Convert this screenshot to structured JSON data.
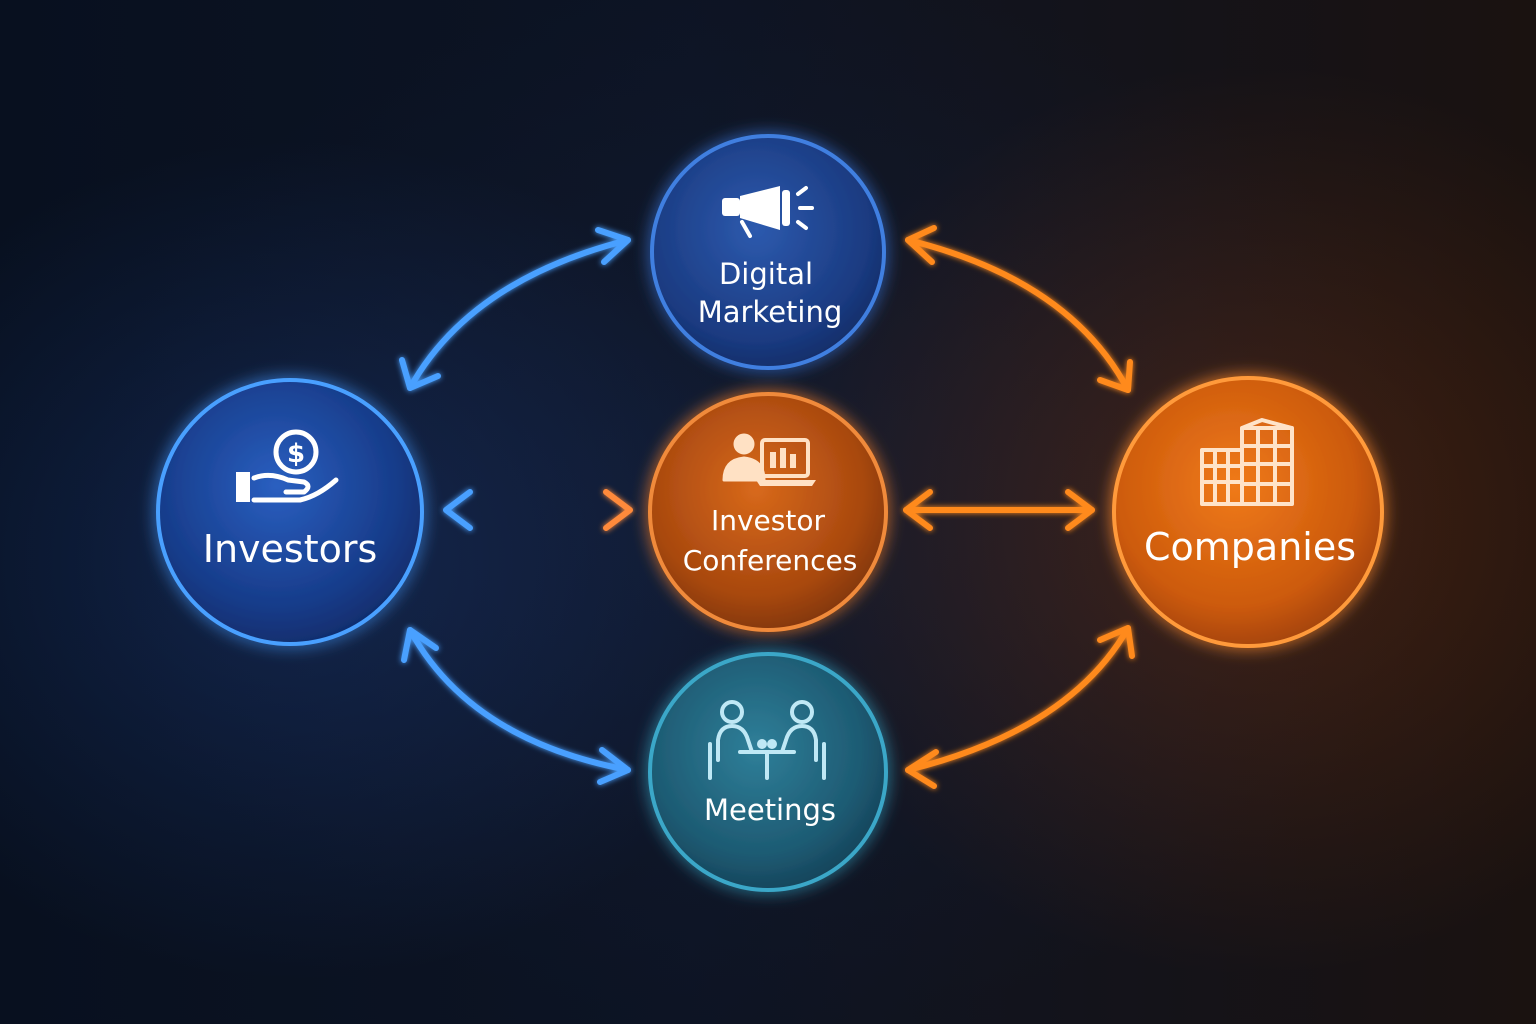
{
  "nodes": {
    "investors": {
      "label": "Investors",
      "icon": "hand-money-icon"
    },
    "companies": {
      "label": "Companies",
      "icon": "building-icon"
    },
    "digital_marketing": {
      "line1": "Digital",
      "line2": "Marketing",
      "icon": "megaphone-icon"
    },
    "investor_conferences": {
      "line1": "Investor",
      "line2": "Conferences",
      "icon": "presentation-icon"
    },
    "meetings": {
      "label": "Meetings",
      "icon": "meeting-table-icon"
    }
  },
  "colors": {
    "blue": "#3d8cff",
    "orange": "#ff8a1f",
    "teal": "#3aa7c8"
  }
}
